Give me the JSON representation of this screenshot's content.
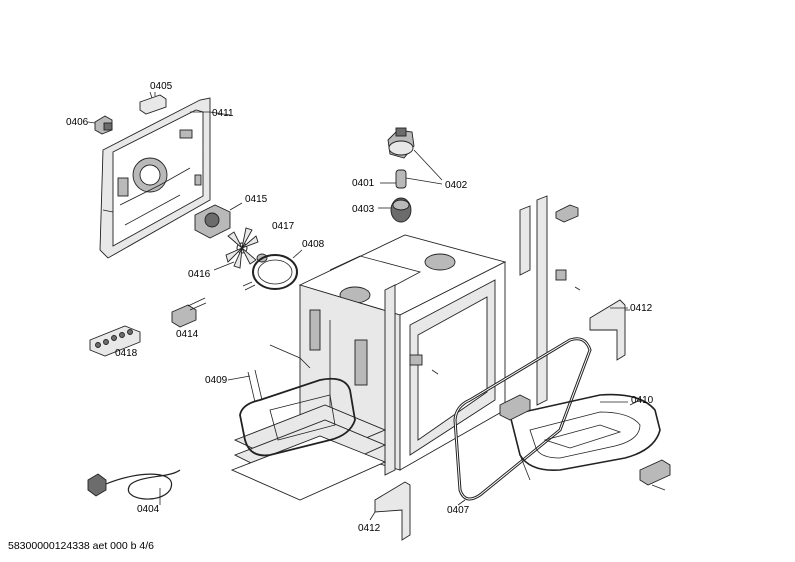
{
  "labels": [
    {
      "id": "0405",
      "text": "0405"
    },
    {
      "id": "0406",
      "text": "0406"
    },
    {
      "id": "0411",
      "text": "0411"
    },
    {
      "id": "0415",
      "text": "0415"
    },
    {
      "id": "0417",
      "text": "0417"
    },
    {
      "id": "0408",
      "text": "0408"
    },
    {
      "id": "0416",
      "text": "0416"
    },
    {
      "id": "0414",
      "text": "0414"
    },
    {
      "id": "0418",
      "text": "0418"
    },
    {
      "id": "0409",
      "text": "0409"
    },
    {
      "id": "0404",
      "text": "0404"
    },
    {
      "id": "0401",
      "text": "0401"
    },
    {
      "id": "0402",
      "text": "0402"
    },
    {
      "id": "0403",
      "text": "0403"
    },
    {
      "id": "0412a",
      "text": "0412"
    },
    {
      "id": "0410",
      "text": "0410"
    },
    {
      "id": "0407",
      "text": "0407"
    },
    {
      "id": "0412b",
      "text": "0412"
    }
  ],
  "footer": "58300000124338 aet 000 b 4/6"
}
